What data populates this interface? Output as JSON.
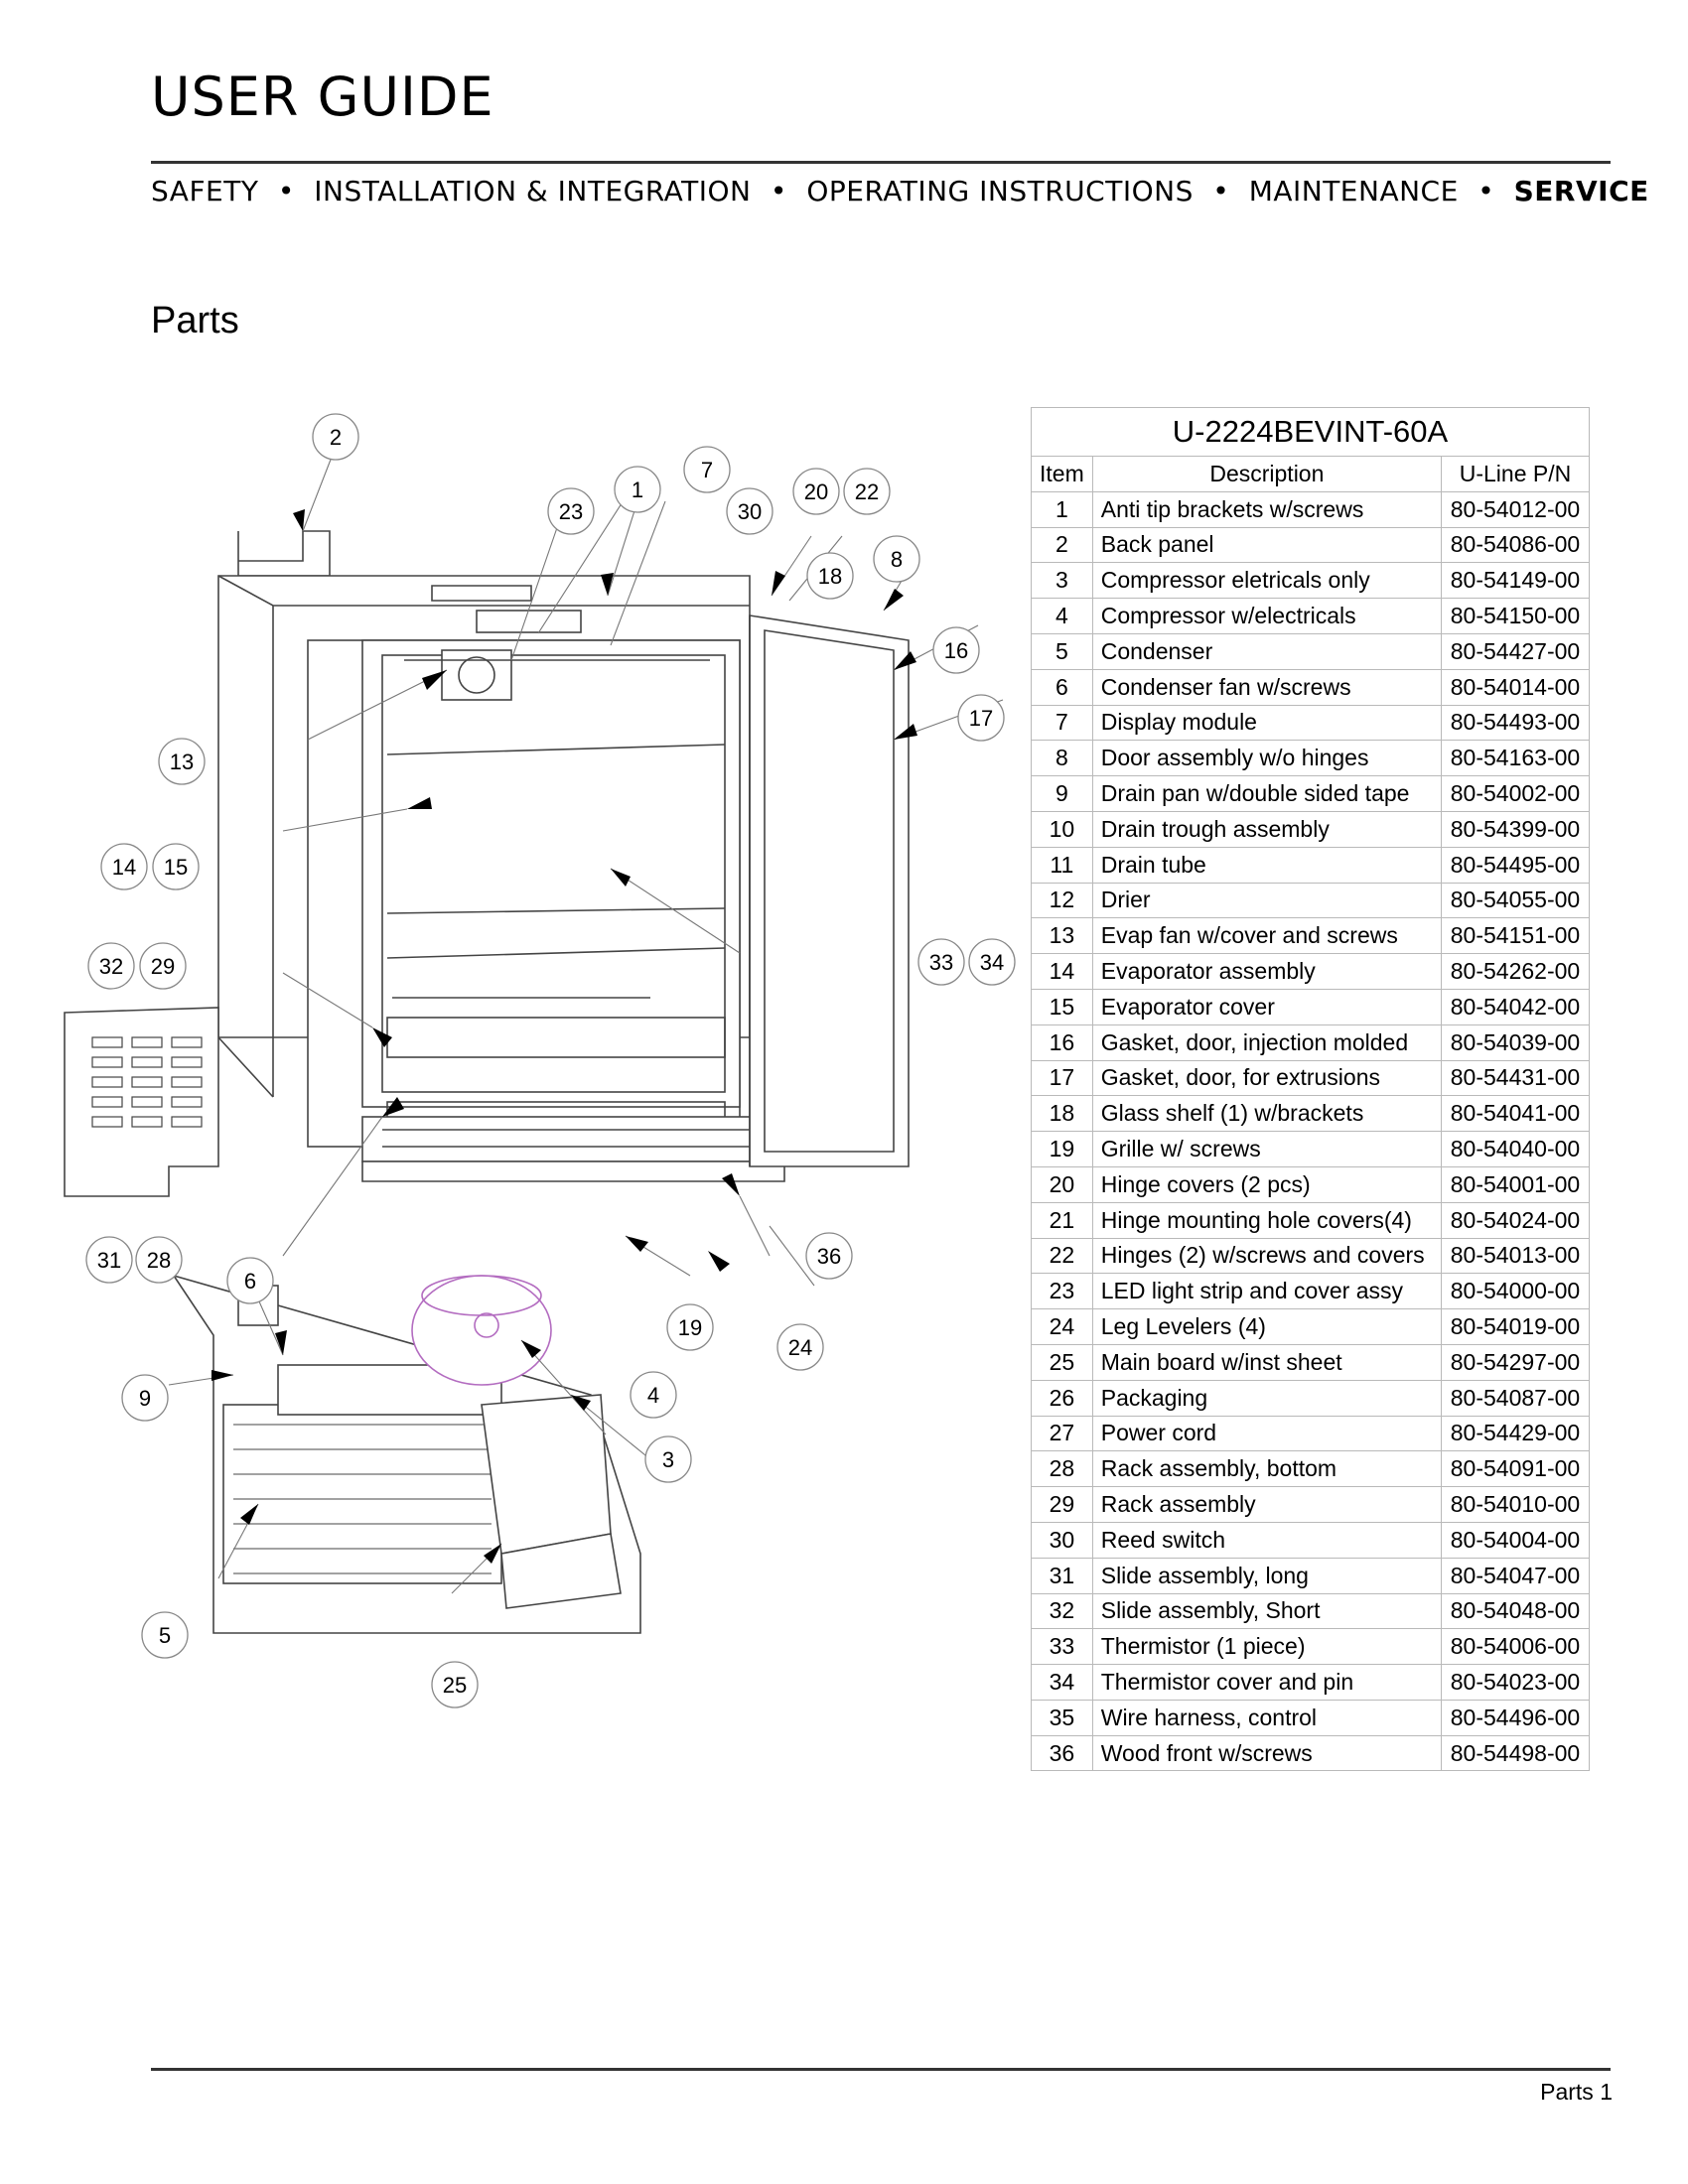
{
  "header": {
    "title": "USER GUIDE",
    "nav": [
      {
        "label": "SAFETY",
        "active": false
      },
      {
        "label": "INSTALLATION & INTEGRATION",
        "active": false
      },
      {
        "label": "OPERATING INSTRUCTIONS",
        "active": false
      },
      {
        "label": "MAINTENANCE",
        "active": false
      },
      {
        "label": "SERVICE",
        "active": true
      }
    ],
    "separator": "•"
  },
  "section_title": "Parts",
  "diagram": {
    "callouts": [
      "1",
      "2",
      "3",
      "4",
      "5",
      "6",
      "7",
      "8",
      "9",
      "13",
      "14",
      "15",
      "16",
      "17",
      "18",
      "19",
      "20",
      "22",
      "23",
      "24",
      "25",
      "28",
      "29",
      "30",
      "31",
      "32",
      "33",
      "34",
      "36"
    ]
  },
  "table": {
    "model": "U-2224BEVINT-60A",
    "columns": [
      "Item",
      "Description",
      "U-Line P/N"
    ],
    "rows": [
      [
        "1",
        "Anti tip brackets w/screws",
        "80-54012-00"
      ],
      [
        "2",
        "Back panel",
        "80-54086-00"
      ],
      [
        "3",
        "Compressor eletricals only",
        "80-54149-00"
      ],
      [
        "4",
        "Compressor w/electricals",
        "80-54150-00"
      ],
      [
        "5",
        "Condenser",
        "80-54427-00"
      ],
      [
        "6",
        "Condenser fan w/screws",
        "80-54014-00"
      ],
      [
        "7",
        "Display module",
        "80-54493-00"
      ],
      [
        "8",
        "Door assembly w/o hinges",
        "80-54163-00"
      ],
      [
        "9",
        "Drain pan w/double sided tape",
        "80-54002-00"
      ],
      [
        "10",
        "Drain trough assembly",
        "80-54399-00"
      ],
      [
        "11",
        "Drain tube",
        "80-54495-00"
      ],
      [
        "12",
        "Drier",
        "80-54055-00"
      ],
      [
        "13",
        "Evap fan w/cover and screws",
        "80-54151-00"
      ],
      [
        "14",
        "Evaporator assembly",
        "80-54262-00"
      ],
      [
        "15",
        "Evaporator cover",
        "80-54042-00"
      ],
      [
        "16",
        "Gasket, door, injection molded",
        "80-54039-00"
      ],
      [
        "17",
        "Gasket, door, for extrusions",
        "80-54431-00"
      ],
      [
        "18",
        "Glass shelf (1) w/brackets",
        "80-54041-00"
      ],
      [
        "19",
        "Grille w/ screws",
        "80-54040-00"
      ],
      [
        "20",
        "Hinge covers (2 pcs)",
        "80-54001-00"
      ],
      [
        "21",
        "Hinge mounting hole covers(4)",
        "80-54024-00"
      ],
      [
        "22",
        "Hinges (2) w/screws and covers",
        "80-54013-00"
      ],
      [
        "23",
        "LED light strip and cover assy",
        "80-54000-00"
      ],
      [
        "24",
        "Leg Levelers (4)",
        "80-54019-00"
      ],
      [
        "25",
        "Main board w/inst sheet",
        "80-54297-00"
      ],
      [
        "26",
        "Packaging",
        "80-54087-00"
      ],
      [
        "27",
        "Power cord",
        "80-54429-00"
      ],
      [
        "28",
        "Rack assembly, bottom",
        "80-54091-00"
      ],
      [
        "29",
        "Rack assembly",
        "80-54010-00"
      ],
      [
        "30",
        "Reed switch",
        "80-54004-00"
      ],
      [
        "31",
        "Slide assembly, long",
        "80-54047-00"
      ],
      [
        "32",
        "Slide assembly, Short",
        "80-54048-00"
      ],
      [
        "33",
        "Thermistor (1 piece)",
        "80-54006-00"
      ],
      [
        "34",
        "Thermistor cover and pin",
        "80-54023-00"
      ],
      [
        "35",
        "Wire harness, control",
        "80-54496-00"
      ],
      [
        "36",
        "Wood front w/screws",
        "80-54498-00"
      ]
    ]
  },
  "footer": {
    "page_label": "Parts 1"
  }
}
